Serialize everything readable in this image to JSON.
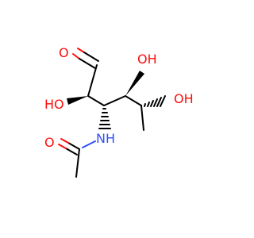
{
  "colors": {
    "carbon": "#000000",
    "oxygen": "#ff0d0d",
    "nitrogen": "#3050f8",
    "background": "#ffffff"
  },
  "atoms": {
    "aldehyde_o": "O",
    "c2_oh": "HO",
    "c4_oh": "OH",
    "c5_oh": "OH",
    "amide_nh": "NH",
    "amide_o": "O"
  }
}
